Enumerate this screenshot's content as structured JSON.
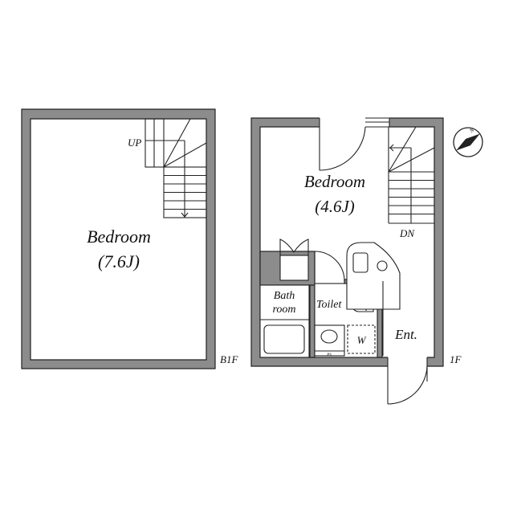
{
  "floors": [
    {
      "level_label": "B1F",
      "rooms": [
        {
          "name": "Bedroom",
          "size": "(7.6J)"
        }
      ],
      "stairs_label": "UP"
    },
    {
      "level_label": "1F",
      "rooms": [
        {
          "name": "Bedroom",
          "size": "(4.6J)"
        },
        {
          "name": "Bath\nroom",
          "line1": "Bath",
          "line2": "room"
        },
        {
          "name": "Toilet"
        },
        {
          "name": "Ent."
        }
      ],
      "stairs_label": "DN",
      "washer_label": "W",
      "ps_label": "PS"
    }
  ],
  "compass": {
    "north_label": "N"
  },
  "colors": {
    "wall": "#8c8c8c",
    "line": "#222222"
  }
}
